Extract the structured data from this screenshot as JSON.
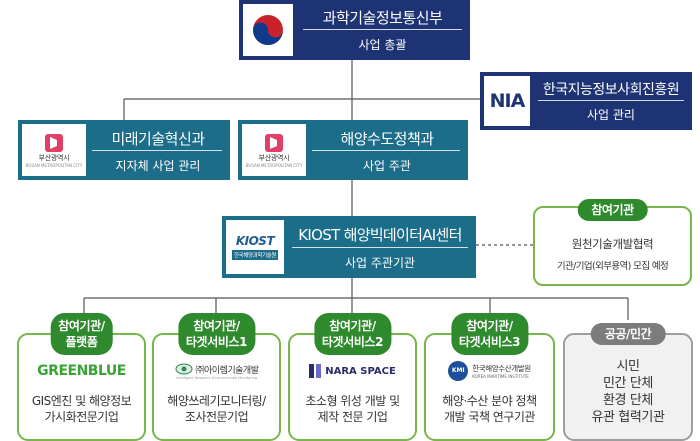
{
  "top": {
    "name": "과학기술정보통신부",
    "role": "사업 총괄"
  },
  "nia": {
    "logo_text": "NIA",
    "name": "한국지능정보사회진흥원",
    "role": "사업 관리"
  },
  "busan_left": {
    "logo_text": "부산광역시",
    "logo_en": "BUSAN METROPOLITAN CITY",
    "name": "미래기술혁신과",
    "role": "지자체 사업 관리"
  },
  "busan_right": {
    "logo_text": "부산광역시",
    "logo_en": "BUSAN METROPOLITAN CITY",
    "name": "해양수도정책과",
    "role": "사업 주관"
  },
  "kiost": {
    "logo_text": "KIOST",
    "logo_kr": "한국해양과학기술원",
    "name": "KIOST 해양빅데이터AI센터",
    "role": "사업 주관기관"
  },
  "partner_right": {
    "badge": "참여기관",
    "line1": "원천기술개발협력",
    "line2": "기관/기업(외부용역) 모집 예정"
  },
  "cards": [
    {
      "badge1": "참여기관/",
      "badge2": "플랫폼",
      "logo": "GREENBLUE",
      "desc1": "GIS엔진 및 해양정보",
      "desc2": "가시화전문기업"
    },
    {
      "badge1": "참여기관/",
      "badge2": "타겟서비스1",
      "logo": "㈜아이렘기술개발",
      "logo_sub": "Intelligent Research Environmental Monitoring",
      "desc1": "해양쓰레기모니터링/",
      "desc2": "조사전문기업"
    },
    {
      "badge1": "참여기관/",
      "badge2": "타겟서비스2",
      "logo": "NARA SPACE",
      "desc1": "초소형 위성 개발 및",
      "desc2": "제작 전문 기업"
    },
    {
      "badge1": "참여기관/",
      "badge2": "타겟서비스3",
      "logo_mark": "KMI",
      "logo": "한국해양수산개발원",
      "logo_sub": "KOREA MARITIME INSTITUTE",
      "desc1": "해양·수산 분야 정책",
      "desc2": "개발 국책 연구기관"
    }
  ],
  "public_card": {
    "badge": "공공/민간",
    "lines": [
      "시민",
      "민간 단체",
      "환경 단체",
      "유관 협력기관"
    ]
  },
  "colors": {
    "navy": "#1e3374",
    "teal": "#1b6d8a",
    "green": "#2e8a2c",
    "card_border": "#76b64b",
    "grey": "#7c7c7c"
  }
}
